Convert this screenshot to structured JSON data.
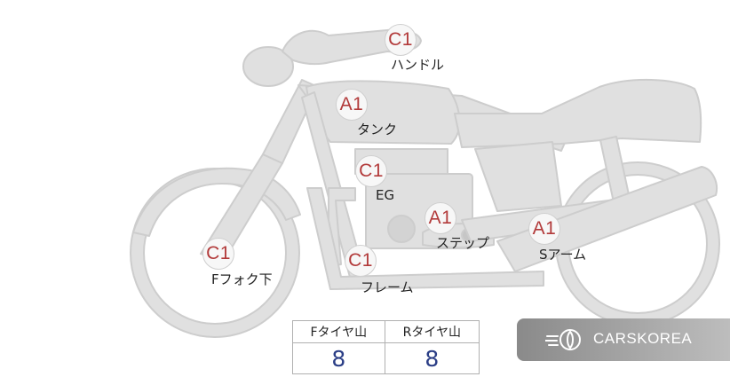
{
  "parts": [
    {
      "id": "handle",
      "grade": "C1",
      "label": "ハンドル"
    },
    {
      "id": "tank",
      "grade": "A1",
      "label": "タンク"
    },
    {
      "id": "engine",
      "grade": "C1",
      "label": "EG"
    },
    {
      "id": "step",
      "grade": "A1",
      "label": "ステップ"
    },
    {
      "id": "swingarm",
      "grade": "A1",
      "label": "Sアーム"
    },
    {
      "id": "front-fork",
      "grade": "C1",
      "label": "Fフォク下"
    },
    {
      "id": "frame",
      "grade": "C1",
      "label": "フレーム"
    }
  ],
  "tire_table": {
    "front_header": "Fタイヤ山",
    "rear_header": "Rタイヤ山",
    "front_value": "8",
    "rear_value": "8"
  },
  "logo": {
    "text": "CARSKOREA",
    "icon": "carskorea-logo-icon"
  },
  "colors": {
    "grade_text": "#b23a3a",
    "value_text": "#2b3e86",
    "bike_fill": "#e0e0e0",
    "bike_stroke": "#cdcdcd"
  }
}
